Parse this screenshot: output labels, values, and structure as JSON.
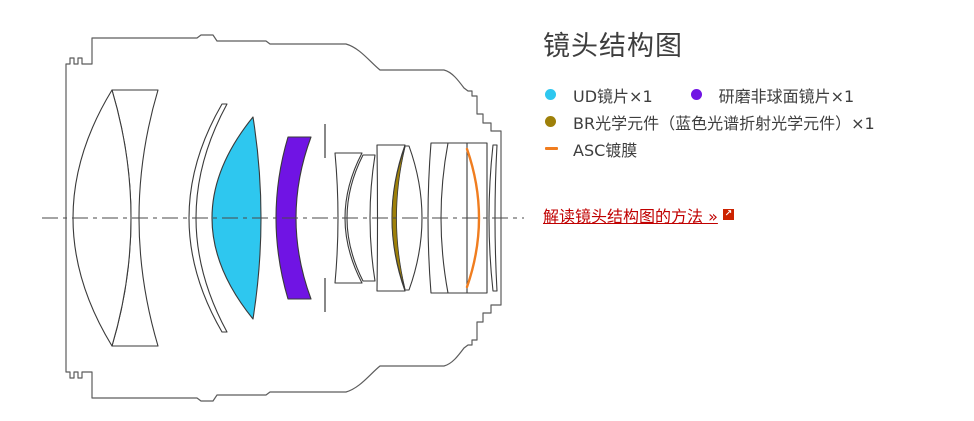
{
  "title": "镜头结构图",
  "legend": {
    "items": [
      {
        "label": "UD镜片×1",
        "color": "#2ec7ef"
      },
      {
        "label": "研磨非球面镜片×1",
        "color": "#7014e4"
      },
      {
        "label": "BR光学元件（蓝色光谱折射光学元件）×1",
        "color": "#9e8009"
      },
      {
        "label": "ASC镀膜",
        "color": "#f07d1f"
      }
    ]
  },
  "link": {
    "label": "解读镜头结构图的方法 »",
    "icon_glyph": "↗"
  },
  "diagram": {
    "glass_fill": "#ffffff",
    "outline_color": "#3a3a3a",
    "barrel_color": "#5c5c5c",
    "axis_color": "#4a4a4a",
    "ud_color": "#2ec7ef",
    "aspherical_color": "#7014e4",
    "br_color": "#9e8009",
    "asc_color": "#f07d1f"
  }
}
